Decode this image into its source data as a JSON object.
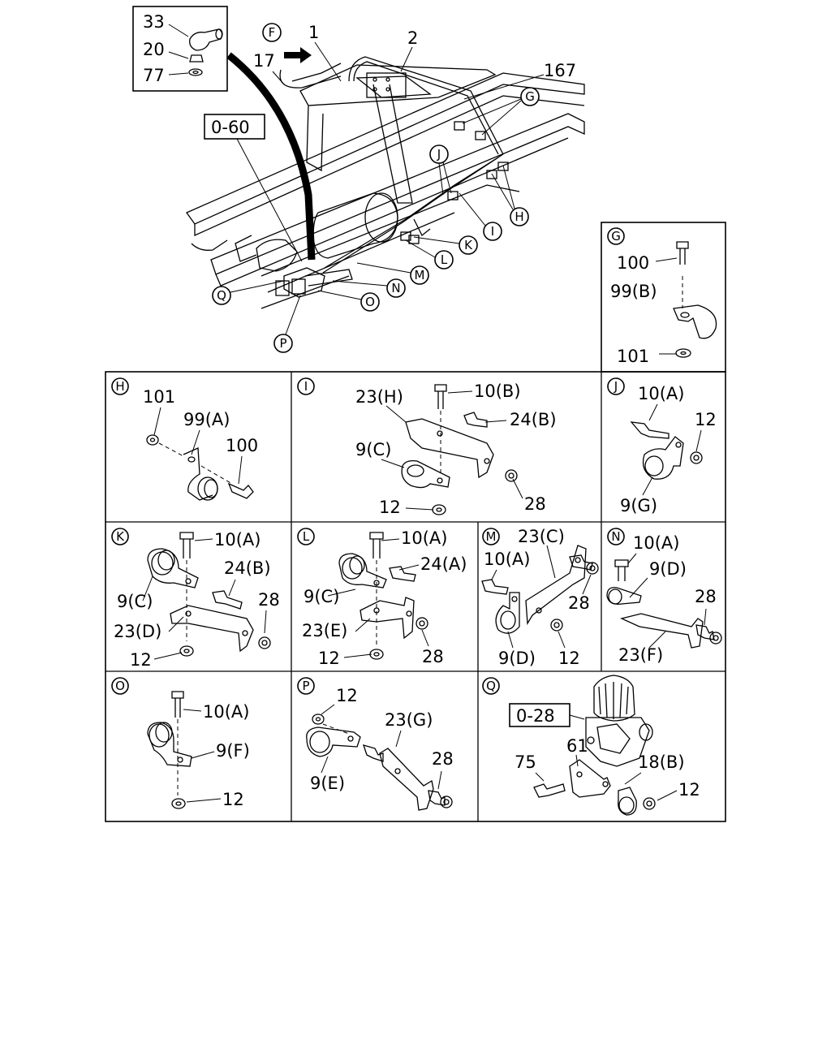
{
  "main_view": {
    "inset_labels": [
      "33",
      "20",
      "77"
    ],
    "ref_box": "0-60",
    "numbers": [
      "1",
      "2",
      "17",
      "167"
    ],
    "callouts": [
      "F",
      "G",
      "H",
      "I",
      "J",
      "K",
      "L",
      "M",
      "N",
      "O",
      "P",
      "Q"
    ]
  },
  "panels": {
    "G": {
      "letter": "G",
      "labels": [
        "100",
        "99(B)",
        "101"
      ]
    },
    "H": {
      "letter": "H",
      "labels": [
        "101",
        "99(A)",
        "100"
      ]
    },
    "I": {
      "letter": "I",
      "labels": [
        "23(H)",
        "10(B)",
        "24(B)",
        "9(C)",
        "12",
        "28"
      ]
    },
    "J": {
      "letter": "J",
      "labels": [
        "10(A)",
        "12",
        "9(G)"
      ]
    },
    "K": {
      "letter": "K",
      "labels": [
        "10(A)",
        "24(B)",
        "9(C)",
        "28",
        "23(D)",
        "12"
      ]
    },
    "L": {
      "letter": "L",
      "labels": [
        "10(A)",
        "24(A)",
        "9(C)",
        "23(E)",
        "12",
        "28"
      ]
    },
    "M": {
      "letter": "M",
      "labels": [
        "23(C)",
        "10(A)",
        "28",
        "9(D)",
        "12"
      ]
    },
    "N": {
      "letter": "N",
      "labels": [
        "10(A)",
        "9(D)",
        "28",
        "23(F)"
      ]
    },
    "O": {
      "letter": "O",
      "labels": [
        "10(A)",
        "9(F)",
        "12"
      ]
    },
    "P": {
      "letter": "P",
      "labels": [
        "12",
        "23(G)",
        "28",
        "9(E)"
      ]
    },
    "Q": {
      "letter": "Q",
      "ref_box": "0-28",
      "labels": [
        "61",
        "75",
        "18(B)",
        "12"
      ]
    }
  }
}
